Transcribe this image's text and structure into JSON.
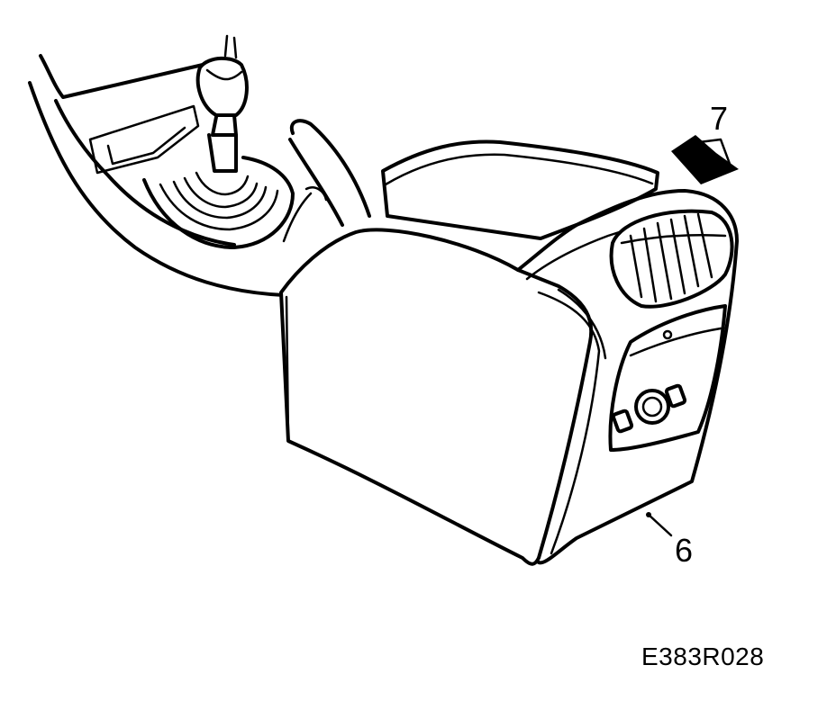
{
  "diagram": {
    "callouts": [
      {
        "id": "7",
        "text": "7"
      },
      {
        "id": "6",
        "text": "6"
      }
    ],
    "figure_code": "E383R028"
  }
}
